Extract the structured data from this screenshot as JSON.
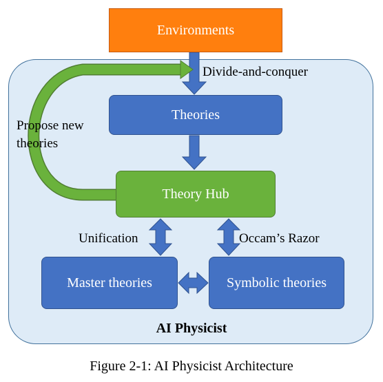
{
  "nodes": {
    "environments": "Environments",
    "theories": "Theories",
    "theory_hub": "Theory Hub",
    "master_theories": "Master theories",
    "symbolic_theories": "Symbolic theories"
  },
  "edges": {
    "divide_and_conquer": "Divide-and-conquer",
    "propose_line1": "Propose new",
    "propose_line2": "theories",
    "unification": "Unification",
    "occams_razor": "Occam’s Razor"
  },
  "container_title": "AI Physicist",
  "caption": "Figure 2-1: AI Physicist Architecture",
  "colors": {
    "orange": "#ff7f0e",
    "blue": "#4472c4",
    "green": "#6ab23c",
    "container_fill": "#deebf7",
    "container_border": "#41719c"
  }
}
